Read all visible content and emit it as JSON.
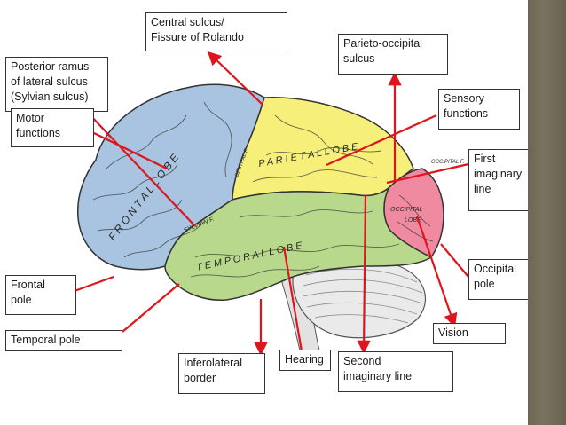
{
  "labels": {
    "central_sulcus": "Central sulcus/\nFissure of Rolando",
    "parieto_occipital": "Parieto-occipital\nsulcus",
    "posterior_ramus": "Posterior ramus\nof lateral sulcus\n(Sylvian sulcus)",
    "motor": "Motor\nfunctions",
    "sensory": "Sensory\nfunctions",
    "first_line": "First\nimaginary\nline",
    "occipital_pole": "Occipital\npole",
    "frontal_pole": "Frontal\npole",
    "temporal_pole": "Temporal pole",
    "vision": "Vision",
    "inferolateral": "Inferolateral\nborder",
    "hearing": "Hearing",
    "second_line": "Second\nimaginary line"
  },
  "lobes": {
    "frontal": "F R O N T A L   L O B E",
    "parietal": "P A R I E T A L   L O B E",
    "temporal": "T E M P O R A L   L O B E",
    "occipital": "OCCIPITAL\nLOBE",
    "sylvian": "SYLVIAN F.",
    "central": "CENTRAL F.",
    "occipital_f": "OCCIPITAL F."
  },
  "colors": {
    "frontal": "#a8c4e0",
    "parietal": "#f6f07a",
    "temporal": "#b8d98c",
    "occipital": "#f08aa0",
    "cerebellum": "#e8e8e8",
    "arrow": "#e0141c",
    "sidebar": "#766e5a"
  }
}
